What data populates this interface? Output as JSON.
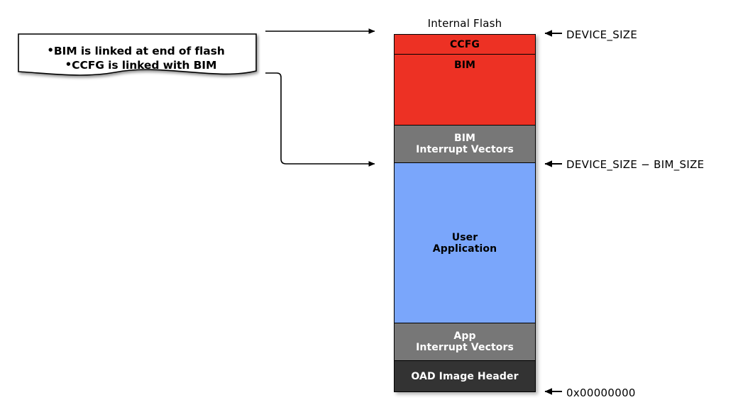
{
  "figure": {
    "title": "Internal Flash"
  },
  "note": {
    "name": "linker-note",
    "lines": [
      "BIM is linked at end of flash",
      "CCFG is linked with BIM"
    ],
    "bullet": "•"
  },
  "flash": {
    "title": "Internal Flash",
    "blocks": [
      {
        "id": "ccfg",
        "label": "CCFG",
        "label2": "",
        "color": "#ED3124",
        "text_color": "#000000"
      },
      {
        "id": "bim",
        "label": "BIM",
        "label2": "",
        "color": "#ED3124",
        "text_color": "#000000"
      },
      {
        "id": "bim_iv",
        "label": "BIM",
        "label2": "Interrupt Vectors",
        "color": "#777777",
        "text_color": "#FFFFFF"
      },
      {
        "id": "app",
        "label": "User",
        "label2": "Application",
        "color": "#7AA6FB",
        "text_color": "#000000"
      },
      {
        "id": "app_iv",
        "label": "App",
        "label2": "Interrupt Vectors",
        "color": "#777777",
        "text_color": "#FFFFFF"
      },
      {
        "id": "oad_hdr",
        "label": "OAD Image Header",
        "label2": "",
        "color": "#333333",
        "text_color": "#FFFFFF"
      }
    ]
  },
  "annotations": [
    {
      "id": "device_size",
      "text": "DEVICE_SIZE",
      "arrow": "left-arrow-icon"
    },
    {
      "id": "device_size_minus_bim",
      "text": "DEVICE_SIZE  −  BIM_SIZE",
      "arrow": "left-arrow-icon"
    },
    {
      "id": "base_address",
      "text": "0x00000000",
      "arrow": "left-arrow-icon"
    }
  ],
  "connectors": [
    {
      "id": "note-to-ccfg",
      "type": "straight-arrow"
    },
    {
      "id": "note-to-app-top",
      "type": "elbow-arrow"
    }
  ]
}
